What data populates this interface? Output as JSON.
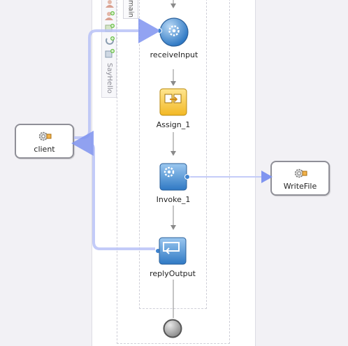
{
  "partner_links": {
    "client": {
      "label": "client",
      "icon": "partner-link-gear-icon"
    },
    "writefile": {
      "label": "WriteFile",
      "icon": "partner-link-gear-icon"
    }
  },
  "scope": {
    "label": "main"
  },
  "process": {
    "label": "SayHello"
  },
  "activities": [
    {
      "id": "receive",
      "label": "receiveInput",
      "icon": "receive-gear-icon"
    },
    {
      "id": "assign",
      "label": "Assign_1",
      "icon": "assign-icon"
    },
    {
      "id": "invoke",
      "label": "Invoke_1",
      "icon": "invoke-gear-icon"
    },
    {
      "id": "reply",
      "label": "replyOutput",
      "icon": "reply-arrow-icon"
    }
  ],
  "end_node": {
    "icon": "end-circle-icon"
  },
  "toolbar": [
    "add-partner-icon",
    "add-variable-icon",
    "add-correlation-icon",
    "add-handler-icon",
    "add-event-icon"
  ],
  "colors": {
    "link": "#a9b4f5",
    "activity_blue": "#5b97d4",
    "assign_yellow": "#f6c844",
    "flow_gray": "#8a8a8a"
  }
}
